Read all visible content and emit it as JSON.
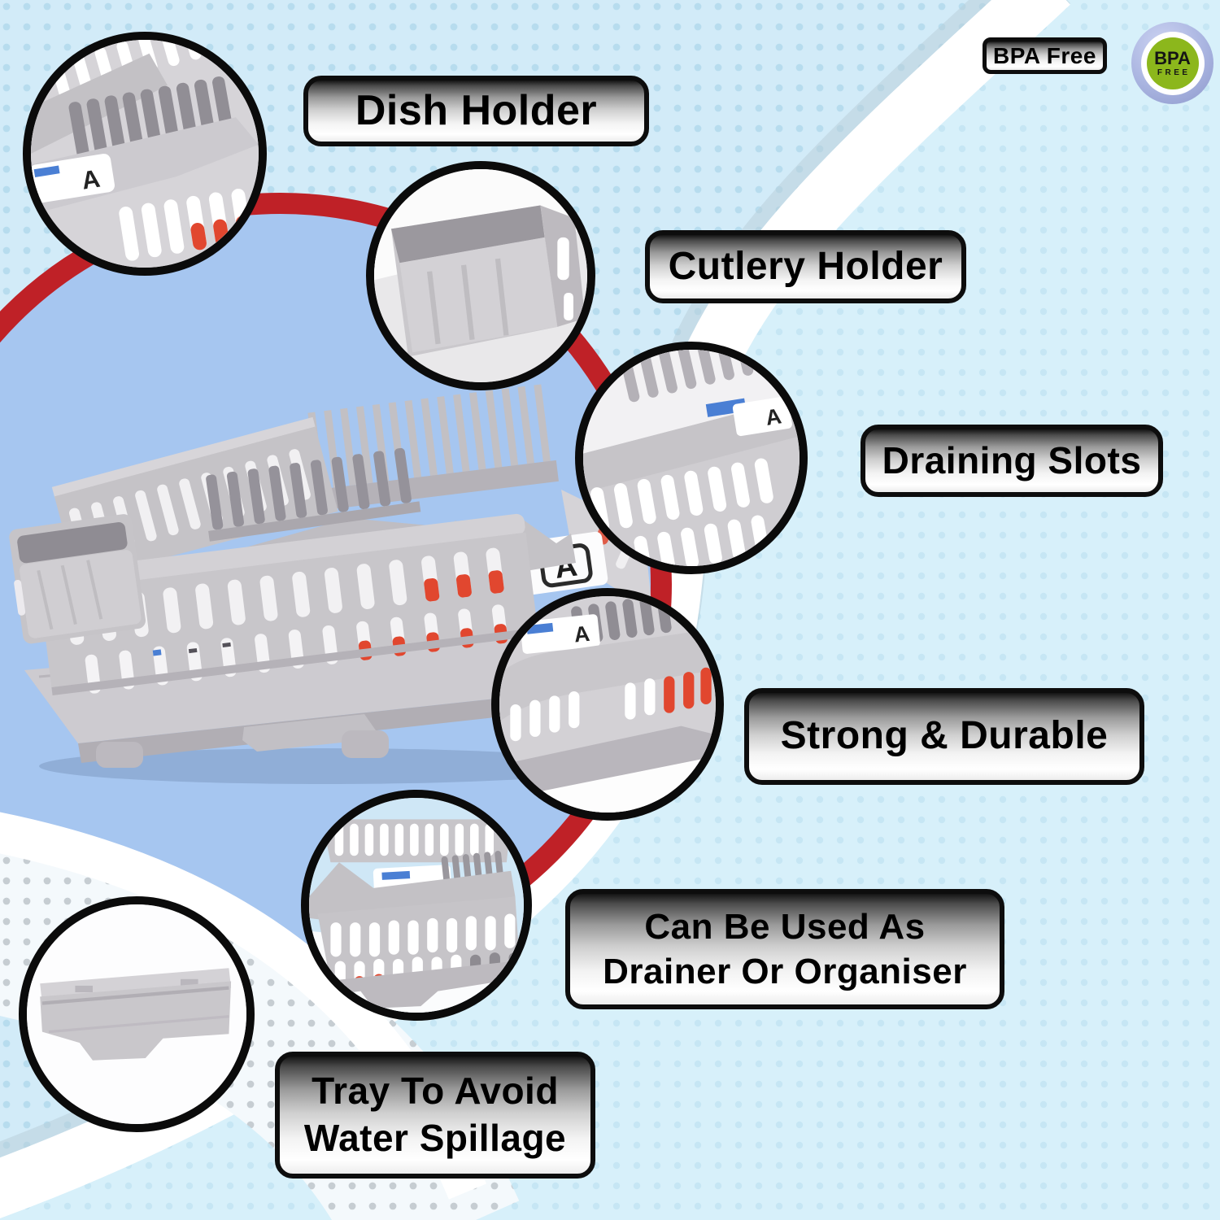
{
  "badges": {
    "bpa_box_label": "BPA Free",
    "bpa_badge_line1": "BPA",
    "bpa_badge_line2": "FREE"
  },
  "feature_labels": {
    "dish_holder": "Dish Holder",
    "cutlery_holder": "Cutlery Holder",
    "draining_slots": "Draining Slots",
    "strong_durable": "Strong & Durable",
    "organiser_line1": "Can Be Used As",
    "organiser_line2": "Drainer Or Organiser",
    "tray_line1": "Tray To Avoid",
    "tray_line2": "Water Spillage"
  },
  "product_photo": {
    "brand_label_letter": "A"
  },
  "colors": {
    "background_blue": "#d2ebf8",
    "background_blue_light": "#d7f0fa",
    "dot_blue": "#b7dcee",
    "dot_blue_faint": "#c6e6f4",
    "dot_gray": "#c6cdd2",
    "swoosh_white": "#ffffff",
    "inner_circle_blue": "#a6c6f0",
    "ring_red": "#bf2127",
    "label_border_black": "#0d0d0d",
    "plastic_gray": "#c7c5c9",
    "plastic_gray_dark": "#97949a",
    "slot_red": "#e1472f",
    "label_stripe_blue": "#4a7fd4",
    "badge_green": "#8cb71c",
    "badge_ring_lavender": "#a9b4e0"
  }
}
